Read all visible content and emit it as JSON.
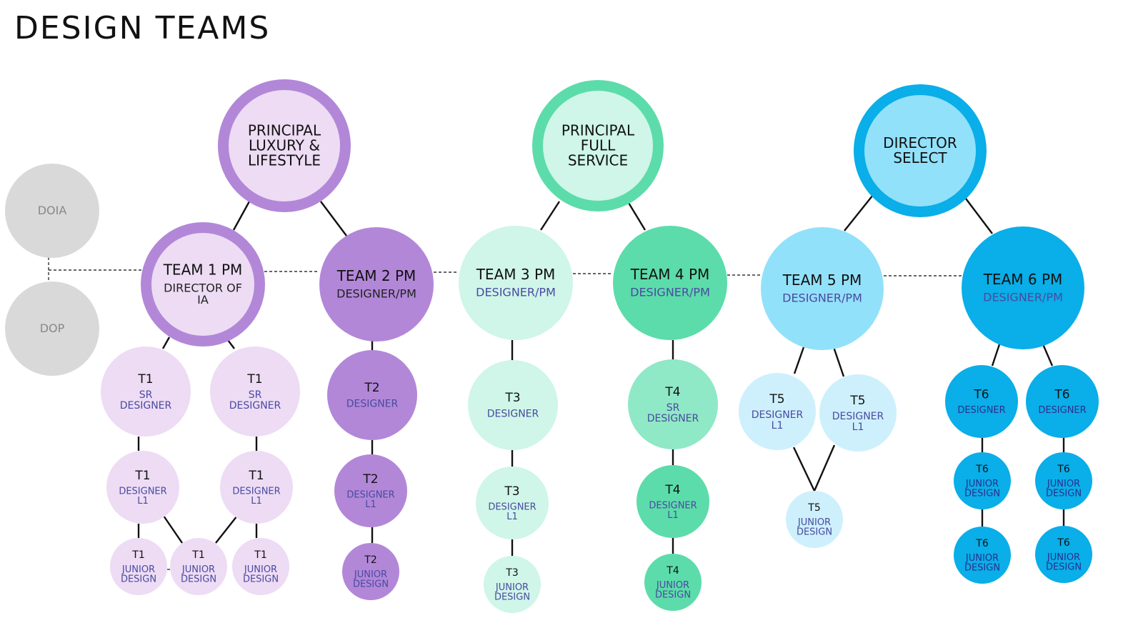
{
  "title": "DESIGN TEAMS",
  "colors": {
    "purple_dark": "#B287D8",
    "purple_light": "#EDDCF4",
    "teal_dark": "#5CDCAA",
    "teal_light": "#CFF6E8",
    "blue_dark": "#0AAEE8",
    "blue_light": "#92E1FA",
    "grey": "#D9D9D9",
    "sub_text": "#4A4AA0"
  },
  "nodes": {
    "principal_luxury": [
      "PRINCIPAL",
      "LUXURY &",
      "LIFESTYLE"
    ],
    "principal_full": [
      "PRINCIPAL",
      "FULL",
      "SERVICE"
    ],
    "director_select": [
      "DIRECTOR",
      "SELECT"
    ],
    "doia": "DOIA",
    "dop": "DOP",
    "team1_pm": {
      "title": "TEAM 1 PM",
      "sub": [
        "DIRECTOR OF",
        "IA"
      ]
    },
    "team2_pm": {
      "title": "TEAM 2 PM",
      "sub": "DESIGNER/PM"
    },
    "team3_pm": {
      "title": "TEAM 3 PM",
      "sub": "DESIGNER/PM"
    },
    "team4_pm": {
      "title": "TEAM 4 PM",
      "sub": "DESIGNER/PM"
    },
    "team5_pm": {
      "title": "TEAM 5 PM",
      "sub": "DESIGNER/PM"
    },
    "team6_pm": {
      "title": "TEAM 6 PM",
      "sub": "DESIGNER/PM"
    },
    "t1_sr_a": {
      "title": "T1",
      "sub": [
        "SR",
        "DESIGNER"
      ]
    },
    "t1_sr_b": {
      "title": "T1",
      "sub": [
        "SR",
        "DESIGNER"
      ]
    },
    "t1_l1_a": {
      "title": "T1",
      "sub": [
        "DESIGNER",
        "L1"
      ]
    },
    "t1_l1_b": {
      "title": "T1",
      "sub": [
        "DESIGNER",
        "L1"
      ]
    },
    "t1_jr_a": {
      "title": "T1",
      "sub": [
        "JUNIOR",
        "DESIGN"
      ]
    },
    "t1_jr_b": {
      "title": "T1",
      "sub": [
        "JUNIOR",
        "DESIGN"
      ]
    },
    "t1_jr_c": {
      "title": "T1",
      "sub": [
        "JUNIOR",
        "DESIGN"
      ]
    },
    "t2_designer": {
      "title": "T2",
      "sub": [
        "DESIGNER"
      ]
    },
    "t2_l1": {
      "title": "T2",
      "sub": [
        "DESIGNER",
        "L1"
      ]
    },
    "t2_jr": {
      "title": "T2",
      "sub": [
        "JUNIOR",
        "DESIGN"
      ]
    },
    "t3_designer": {
      "title": "T3",
      "sub": [
        "DESIGNER"
      ]
    },
    "t3_l1": {
      "title": "T3",
      "sub": [
        "DESIGNER",
        "L1"
      ]
    },
    "t3_jr": {
      "title": "T3",
      "sub": [
        "JUNIOR",
        "DESIGN"
      ]
    },
    "t4_sr": {
      "title": "T4",
      "sub": [
        "SR",
        "DESIGNER"
      ]
    },
    "t4_l1": {
      "title": "T4",
      "sub": [
        "DESIGNER",
        "L1"
      ]
    },
    "t4_jr": {
      "title": "T4",
      "sub": [
        "JUNIOR",
        "DESIGN"
      ]
    },
    "t5_l1_a": {
      "title": "T5",
      "sub": [
        "DESIGNER",
        "L1"
      ]
    },
    "t5_l1_b": {
      "title": "T5",
      "sub": [
        "DESIGNER",
        "L1"
      ]
    },
    "t5_jr": {
      "title": "T5",
      "sub": [
        "JUNIOR",
        "DESIGN"
      ]
    },
    "t6_designer_a": {
      "title": "T6",
      "sub": [
        "DESIGNER"
      ]
    },
    "t6_designer_b": {
      "title": "T6",
      "sub": [
        "DESIGNER"
      ]
    },
    "t6_jr_a1": {
      "title": "T6",
      "sub": [
        "JUNIOR",
        "DESIGN"
      ]
    },
    "t6_jr_b1": {
      "title": "T6",
      "sub": [
        "JUNIOR",
        "DESIGN"
      ]
    },
    "t6_jr_a2": {
      "title": "T6",
      "sub": [
        "JUNIOR",
        "DESIGN"
      ]
    },
    "t6_jr_b2": {
      "title": "T6",
      "sub": [
        "JUNIOR",
        "DESIGN"
      ]
    }
  }
}
